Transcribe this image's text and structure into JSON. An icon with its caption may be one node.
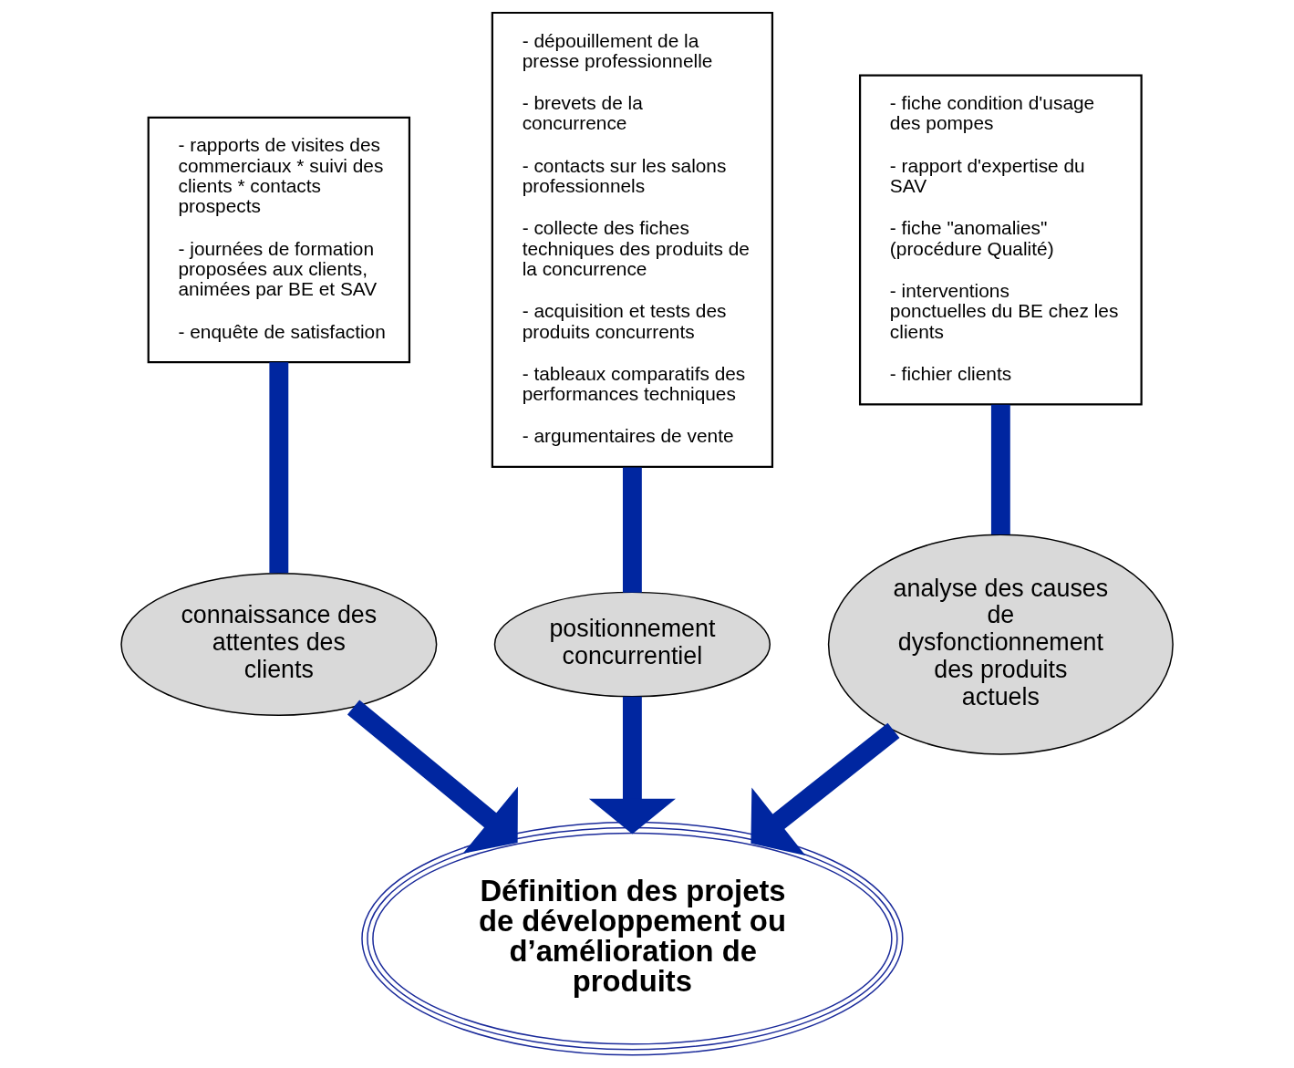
{
  "diagram": {
    "nodes": [
      {
        "text": [
          "- rapports de visites des commerciaux * suivi des clients * contacts prospects",
          "- journées de formation proposées aux clients, animées par BE et SAV",
          "- enquête de satisfaction"
        ]
      },
      {
        "text": [
          "- dépouillement de la presse professionnelle",
          "- brevets de la concurrence",
          "- contacts sur les salons professionnels",
          "- collecte des fiches techniques des produits de la concurrence",
          "- acquisition et tests des produits concurrents",
          "- tableaux comparatifs des performances techniques",
          "- argumentaires de vente"
        ]
      },
      {
        "text": [
          "- fiche condition d'usage des pompes",
          "- rapport d'expertise du SAV",
          "- fiche \"anomalies\" (procédure Qualité)",
          "- interventions ponctuelles du BE chez les clients",
          "- fichier clients"
        ]
      },
      {
        "text": [
          "connaissance des attentes des clients"
        ]
      },
      {
        "text": [
          "positionnement concurrentiel"
        ]
      },
      {
        "text": [
          "analyse des causes de dysfonctionnement des produits actuels"
        ]
      },
      {
        "text": [
          "Définition des projets de développement ou d’amélioration de produits"
        ]
      }
    ],
    "edges": [
      {
        "from": 0,
        "to": 3,
        "arrow": "none"
      },
      {
        "from": 1,
        "to": 4,
        "arrow": "none"
      },
      {
        "from": 2,
        "to": 5,
        "arrow": "none"
      },
      {
        "from": 3,
        "to": 6,
        "arrow": "to"
      },
      {
        "from": 4,
        "to": 6,
        "arrow": "to"
      },
      {
        "from": 5,
        "to": 6,
        "arrow": "to"
      }
    ]
  }
}
